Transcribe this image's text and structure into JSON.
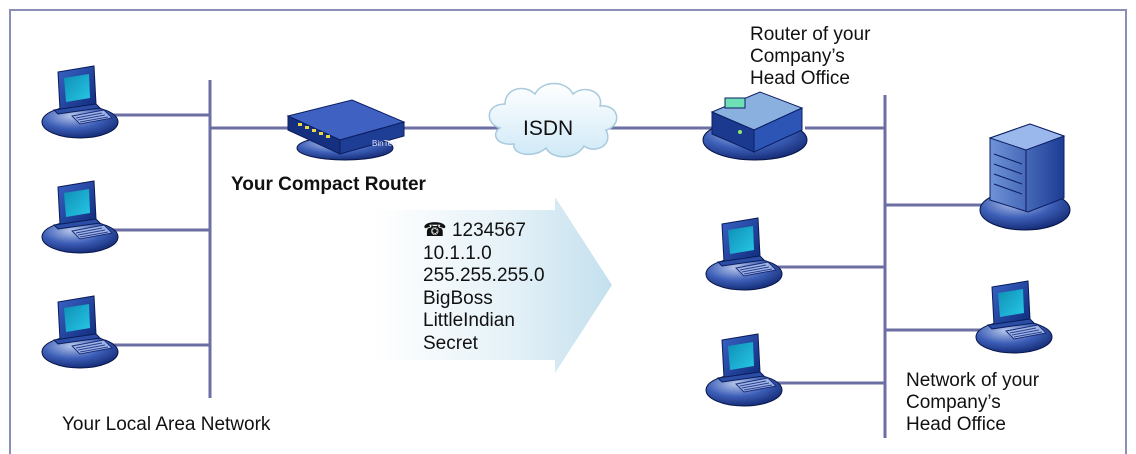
{
  "labels": {
    "compact_router": "Your Compact Router",
    "isdn": "ISDN",
    "lan": "Your Local Area Network",
    "head_office_router": [
      "Router of your",
      "Company’s",
      "Head Office"
    ],
    "head_office_network": [
      "Network of your",
      "Company’s",
      "Head Office"
    ],
    "router_brand": "BinTec"
  },
  "config_values": {
    "phone_icon": "☎",
    "phone_number": "1234567",
    "ip_address": "10.1.1.0",
    "netmask": "255.255.255.0",
    "user1": "BigBoss",
    "user2": "LittleIndian",
    "password": "Secret"
  },
  "colors": {
    "frame": "#8a8fb8",
    "line": "#6b6fa3",
    "device_blue": "#2a4fa8",
    "screen": "#1bb5d6",
    "cloud": "#dff1fb",
    "arrow": "#cfe7f3"
  },
  "icons": [
    "computer-icon",
    "router-icon",
    "server-icon",
    "cloud-icon",
    "phone-icon"
  ]
}
